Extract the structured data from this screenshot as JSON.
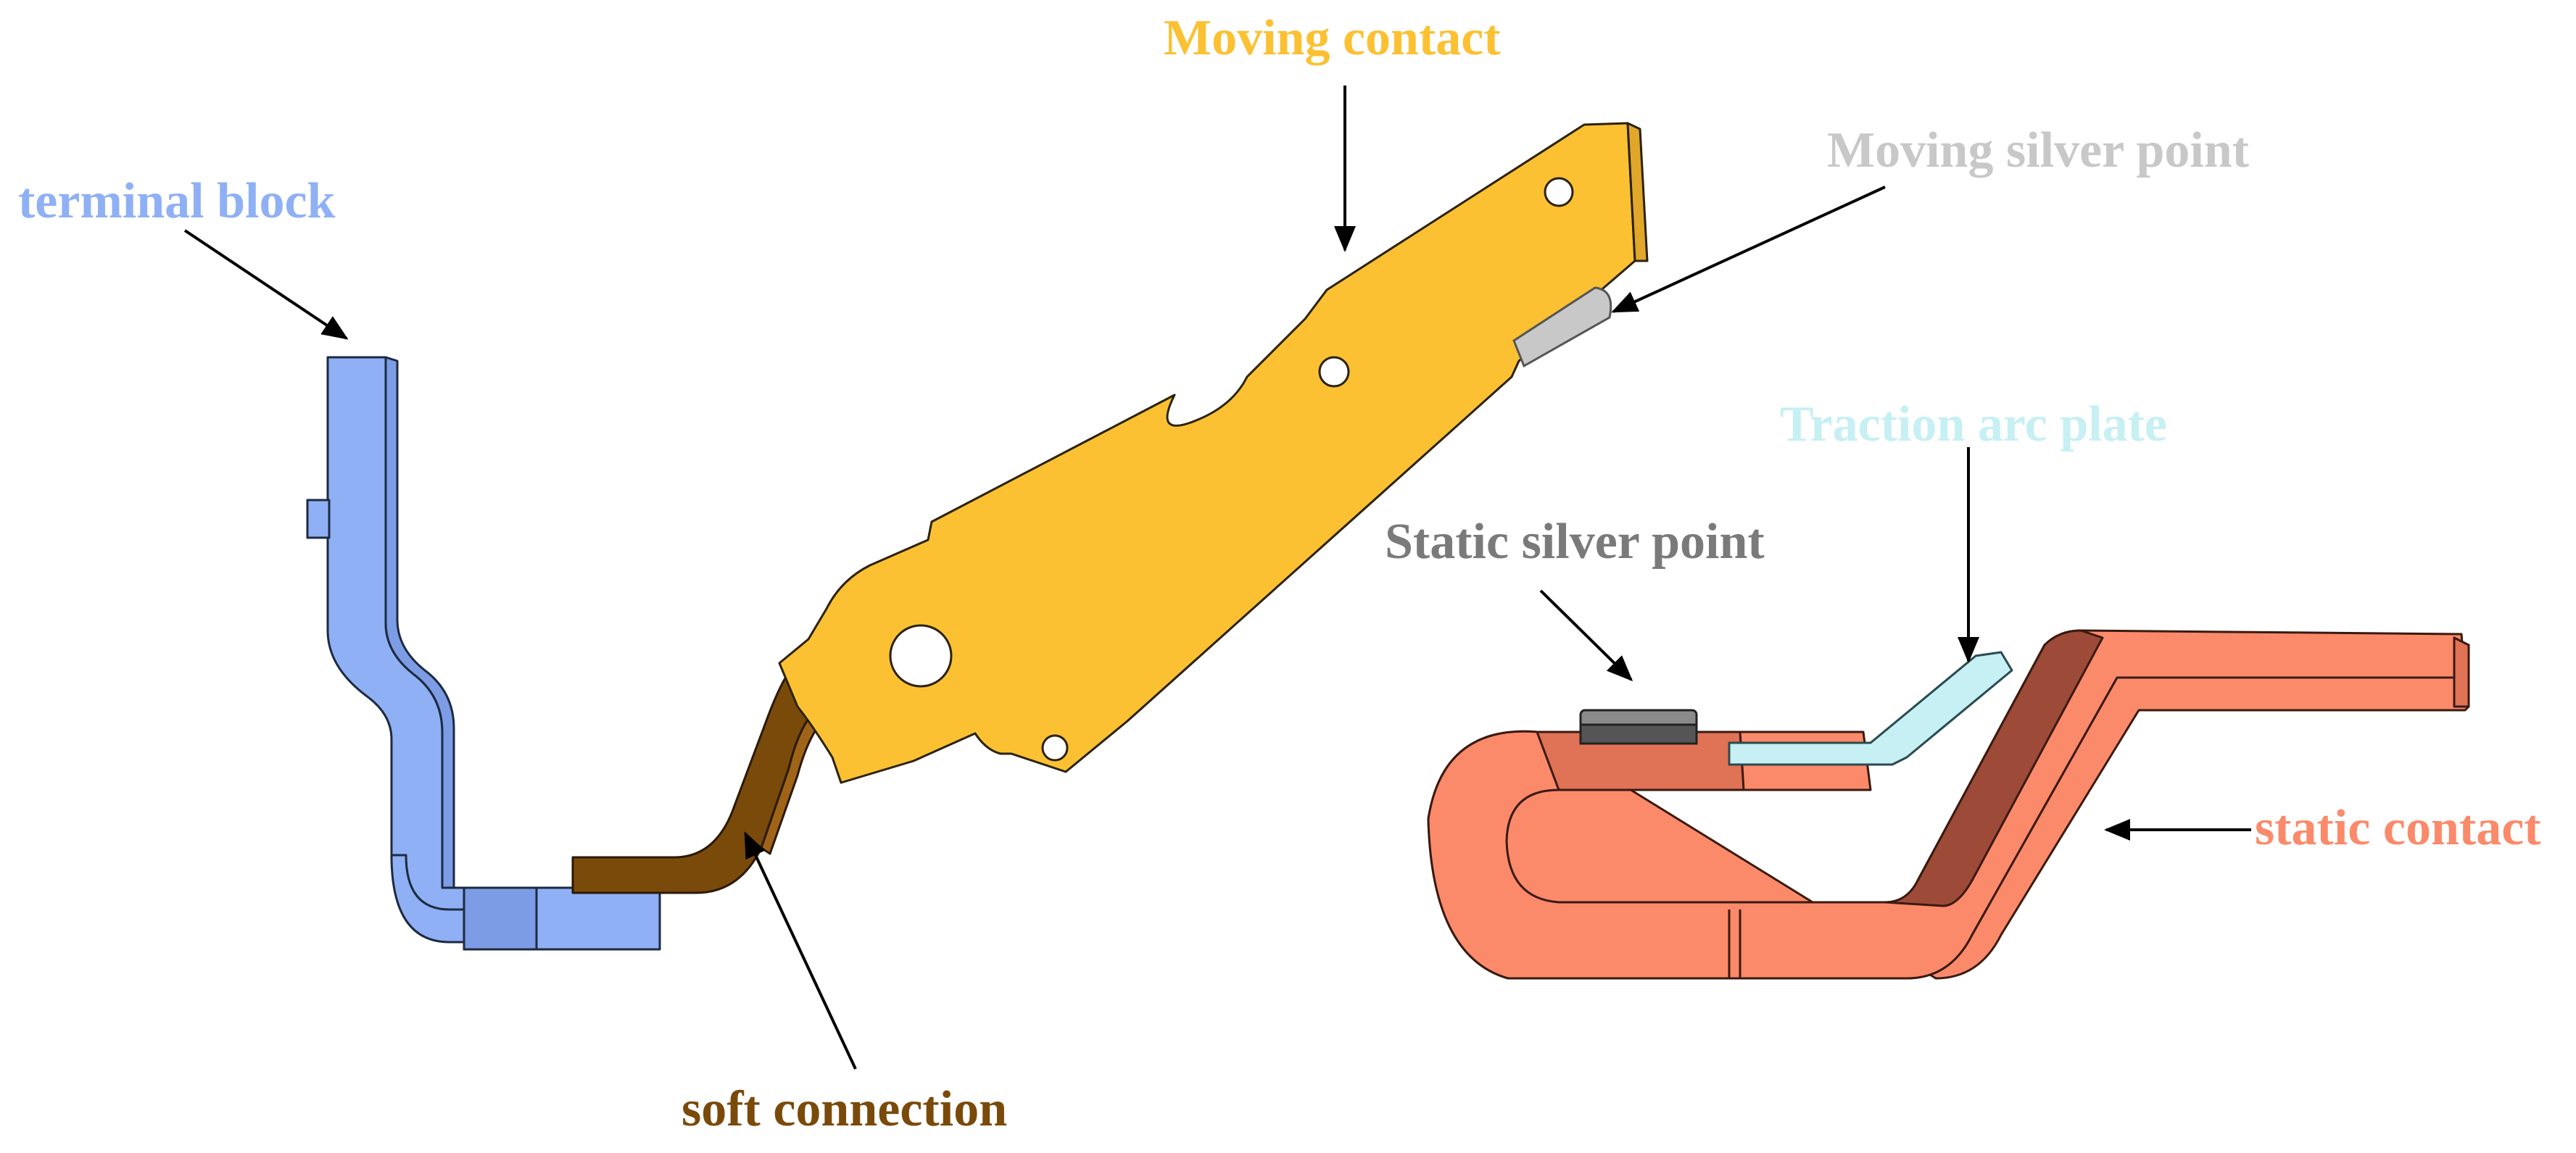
{
  "labels": {
    "terminal_block": "terminal block",
    "moving_contact": "Moving contact",
    "moving_silver_point": "Moving silver point",
    "traction_arc_plate": "Traction arc plate",
    "static_silver_point": "Static silver point",
    "static_contact": "static contact",
    "soft_connection": "soft connection"
  },
  "colors": {
    "terminal_block": "#8fb0f5",
    "moving_contact": "#fbc132",
    "moving_silver_point": "#c8c8c8",
    "traction_arc_plate": "#c6f0f3",
    "static_silver_point": "#7a7a7a",
    "static_contact": "#fb8a6a",
    "soft_connection": "#7a4a0a"
  }
}
